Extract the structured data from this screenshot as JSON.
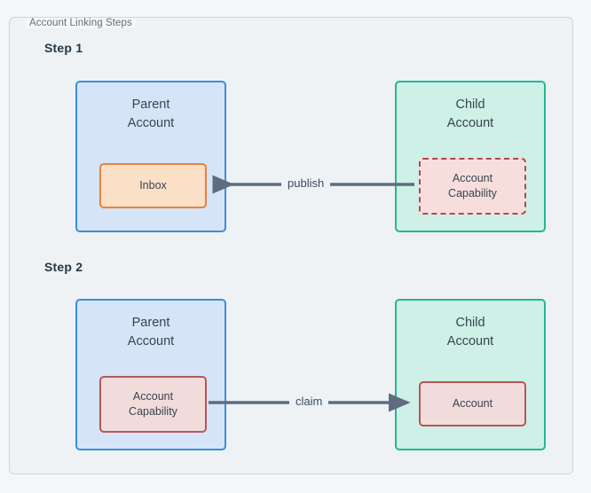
{
  "frame": {
    "legend": "Account Linking Steps"
  },
  "steps": [
    {
      "label": "Step 1",
      "parent": {
        "title": "Parent\nAccount",
        "inner": {
          "label": "Inbox"
        }
      },
      "child": {
        "title": "Child\nAccount",
        "inner": {
          "label": "Account\nCapability"
        }
      },
      "arrow": {
        "label": "publish",
        "direction": "right-to-left"
      }
    },
    {
      "label": "Step 2",
      "parent": {
        "title": "Parent\nAccount",
        "inner": {
          "label": "Account\nCapability"
        }
      },
      "child": {
        "title": "Child\nAccount",
        "inner": {
          "label": "Account"
        }
      },
      "arrow": {
        "label": "claim",
        "direction": "left-to-right"
      }
    }
  ],
  "colors": {
    "page_background": "#f4f6f8",
    "frame_background": "#eef2f5",
    "frame_border": "#cdd5de",
    "parent_fill": "#d6e4f7",
    "parent_border": "#3a8ddd",
    "child_fill": "#cef0e6",
    "child_border": "#1fb894",
    "inbox_fill": "#fbe0c8",
    "inbox_border": "#e8833a",
    "capability_dashed_fill": "#f7dedd",
    "capability_dashed_border": "#b5474a",
    "capability_solid_fill": "#f2dcdb",
    "capability_solid_border": "#b5565a",
    "arrow": "#5d6d7e",
    "text": "#36454f",
    "step_label_text": "#243746",
    "legend_text": "#65707a"
  }
}
